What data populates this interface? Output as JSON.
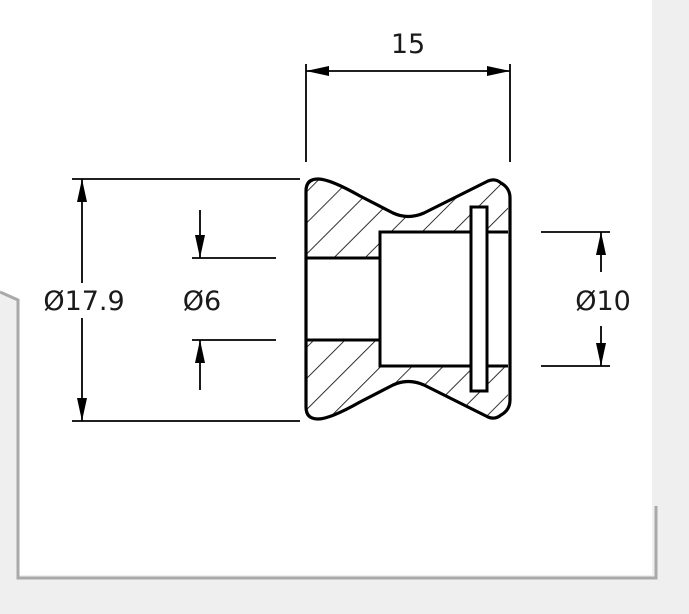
{
  "drawing": {
    "dimensions": {
      "length": "15",
      "outer_diameter": "Ø17.9",
      "bore_diameter": "Ø6",
      "counterbore_diameter": "Ø10"
    },
    "colors": {
      "line": "#000000",
      "sheet_border": "#a9a9a9",
      "sheet_fill": "#ffffff"
    }
  }
}
